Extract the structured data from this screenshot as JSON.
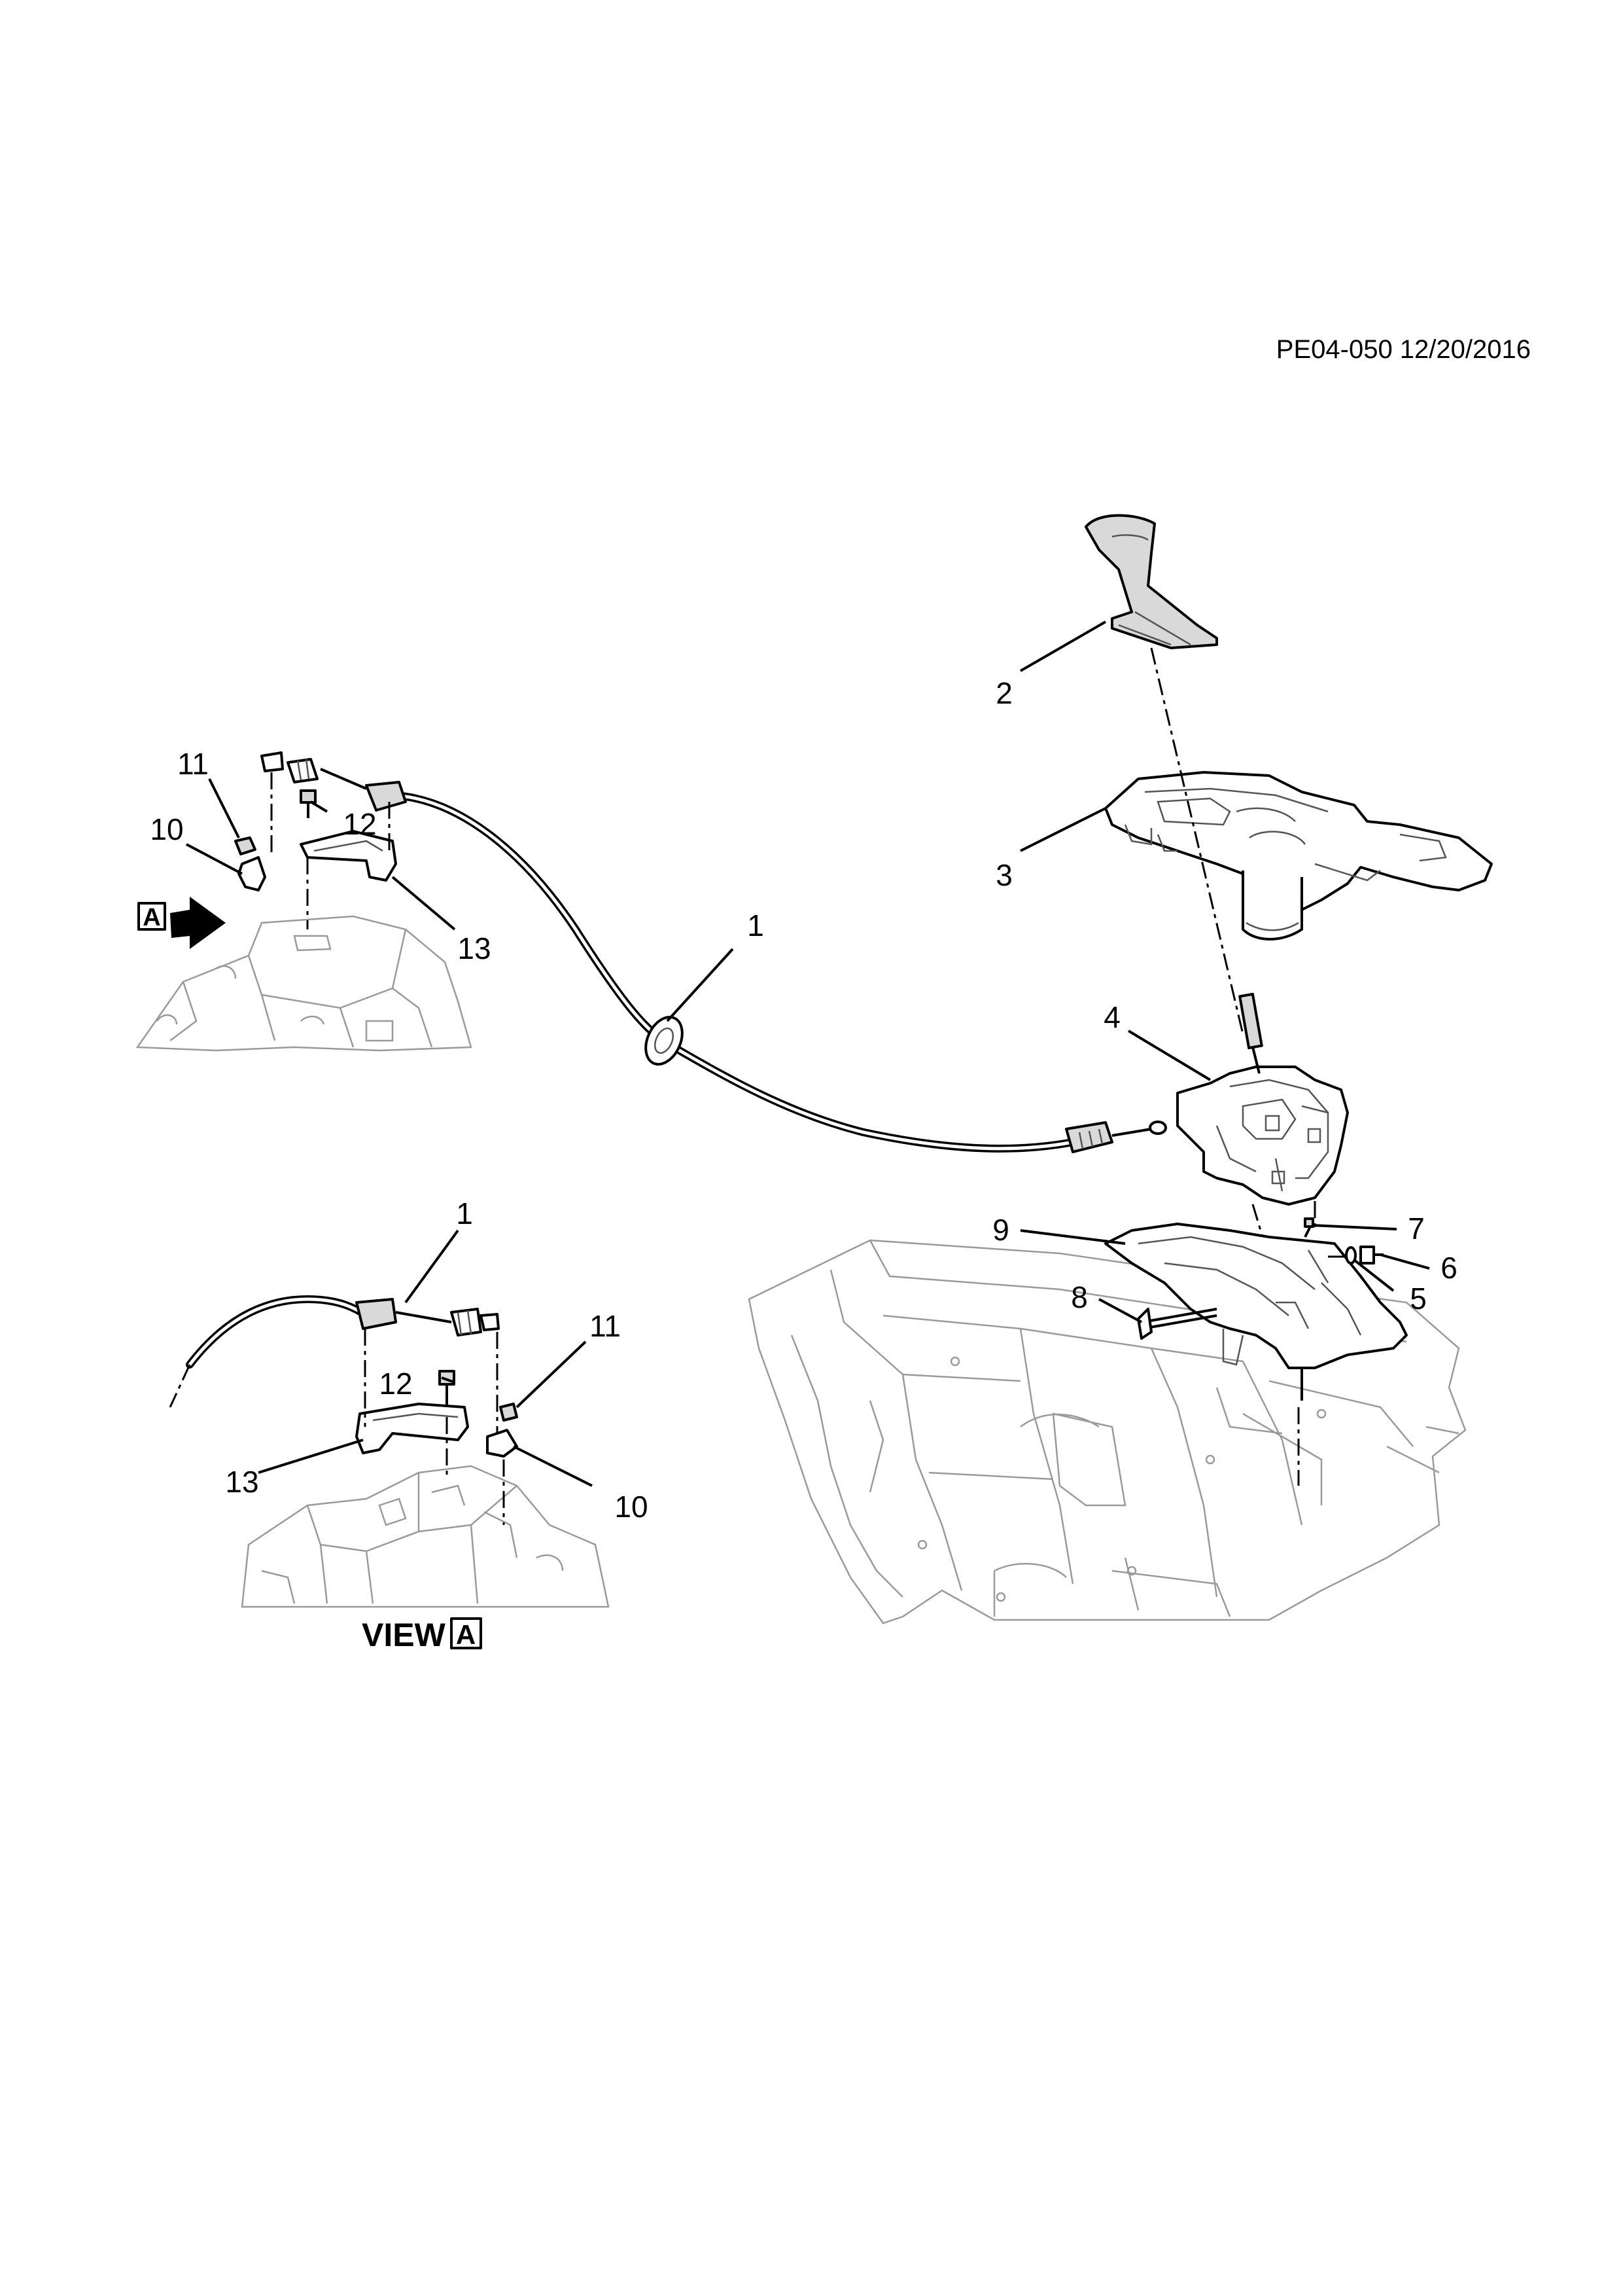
{
  "document_id": "PE04-050 12/20/2016",
  "view_label": "VIEW",
  "view_letter": "A",
  "callouts": {
    "c1_main": "1",
    "c1_view": "1",
    "c2": "2",
    "c3": "3",
    "c4": "4",
    "c5": "5",
    "c6": "6",
    "c7": "7",
    "c8": "8",
    "c9": "9",
    "c10_main": "10",
    "c10_view": "10",
    "c11_main": "11",
    "c11_view": "11",
    "c12_main": "12",
    "c12_view": "12",
    "c13_main": "13",
    "c13_view": "13"
  }
}
